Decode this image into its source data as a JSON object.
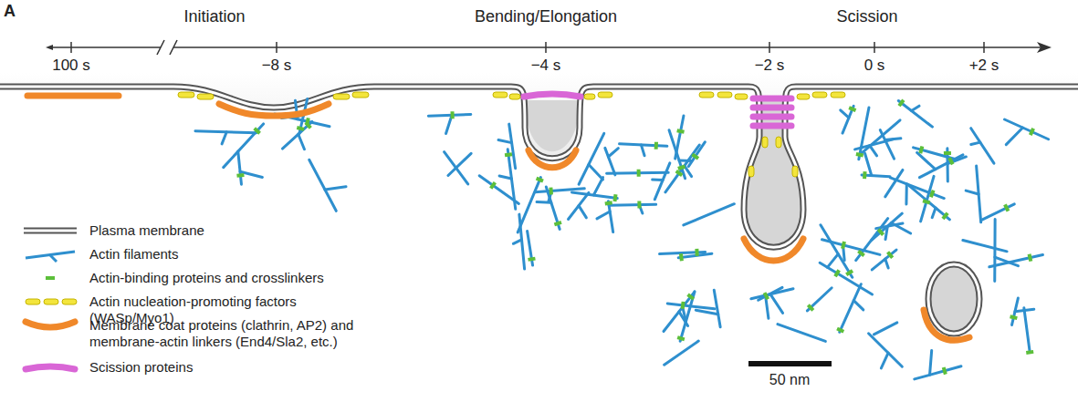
{
  "diagram": {
    "labels": [
      "A",
      "Initiation",
      "Bending/Elongation",
      "Scission",
      "100 s",
      "−8 s",
      "−4 s",
      "−2 s",
      "0 s",
      "+2 s",
      "50 nm"
    ],
    "legend": [
      {
        "text": "Plasma membrane"
      },
      {
        "text": "Actin filaments"
      },
      {
        "text": "Actin-binding proteins and crosslinkers"
      },
      {
        "text": "Actin nucleation-promoting factors (WASp/Myo1)"
      },
      {
        "text": "Membrane coat proteins (clathrin, AP2) and membrane-actin linkers (End4/Sla2, etc.)"
      },
      {
        "text": "Scission proteins"
      }
    ]
  }
}
